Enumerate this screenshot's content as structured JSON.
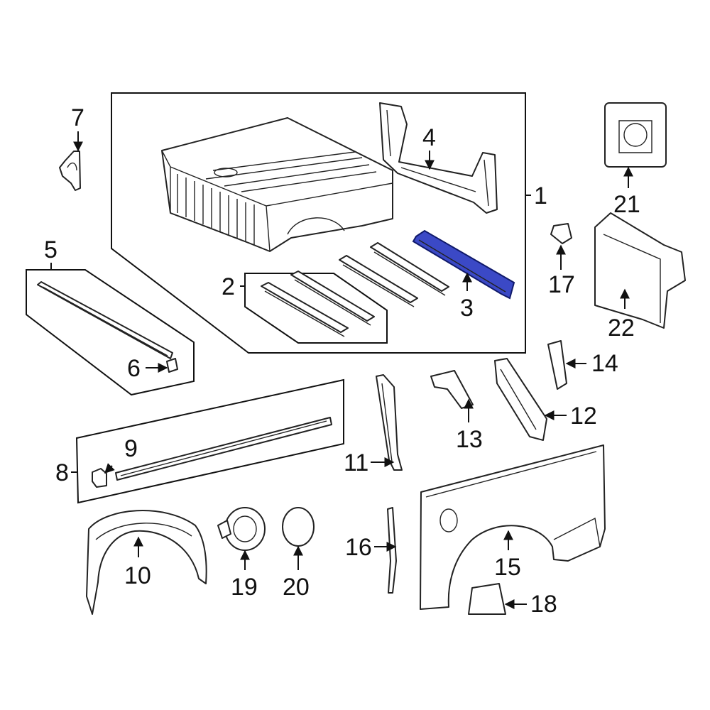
{
  "colors": {
    "highlight": "#3b49c6",
    "line": "#222222",
    "background": "#ffffff"
  },
  "callouts": {
    "c1": "1",
    "c2": "2",
    "c3": "3",
    "c4": "4",
    "c5": "5",
    "c6": "6",
    "c7": "7",
    "c8": "8",
    "c9": "9",
    "c10": "10",
    "c11": "11",
    "c12": "12",
    "c13": "13",
    "c14": "14",
    "c15": "15",
    "c16": "16",
    "c17": "17",
    "c18": "18",
    "c19": "19",
    "c20": "20",
    "c21": "21",
    "c22": "22"
  },
  "highlighted_callout": "3"
}
